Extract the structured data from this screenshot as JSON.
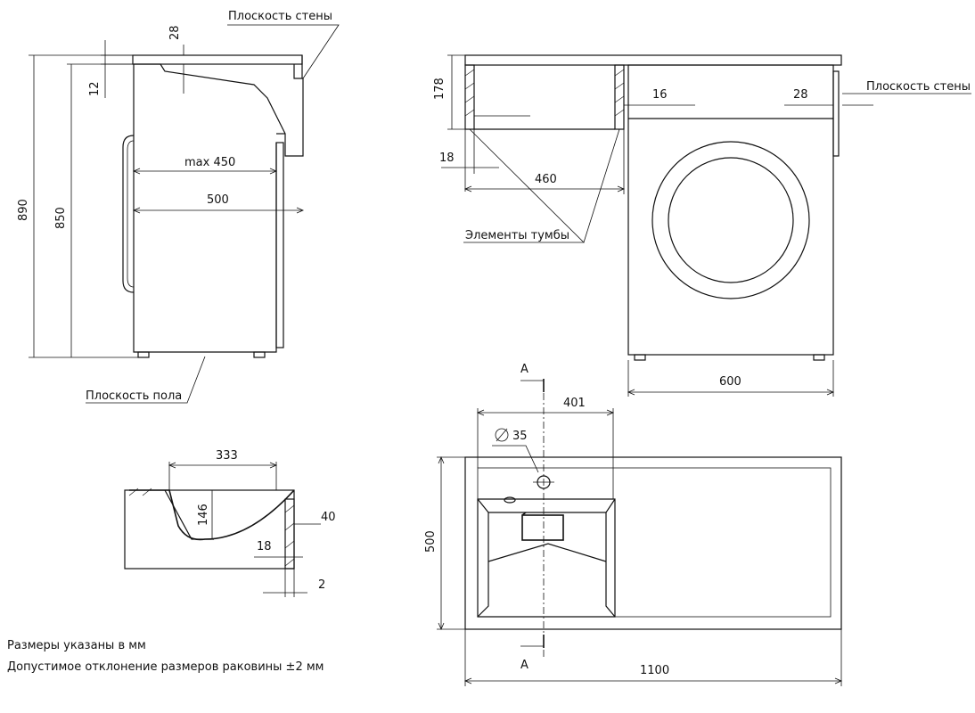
{
  "labels": {
    "wall_plane": "Плоскость стены",
    "floor_plane": "Плоскость пола",
    "cabinet_elements": "Элементы тумбы",
    "section_mark": "А"
  },
  "dimensions": {
    "d28": "28",
    "d12": "12",
    "d890": "890",
    "d850": "850",
    "max450": "max 450",
    "d500": "500",
    "d178": "178",
    "d16": "16",
    "d18": "18",
    "d460": "460",
    "d600": "600",
    "d401": "401",
    "d35": "35",
    "d1100": "1100",
    "d333": "333",
    "d146": "146",
    "d40": "40",
    "d2": "2"
  },
  "notes": {
    "units": "Размеры указаны в мм",
    "tolerance": "Допустимое отклонение размеров раковины ±2 мм"
  }
}
